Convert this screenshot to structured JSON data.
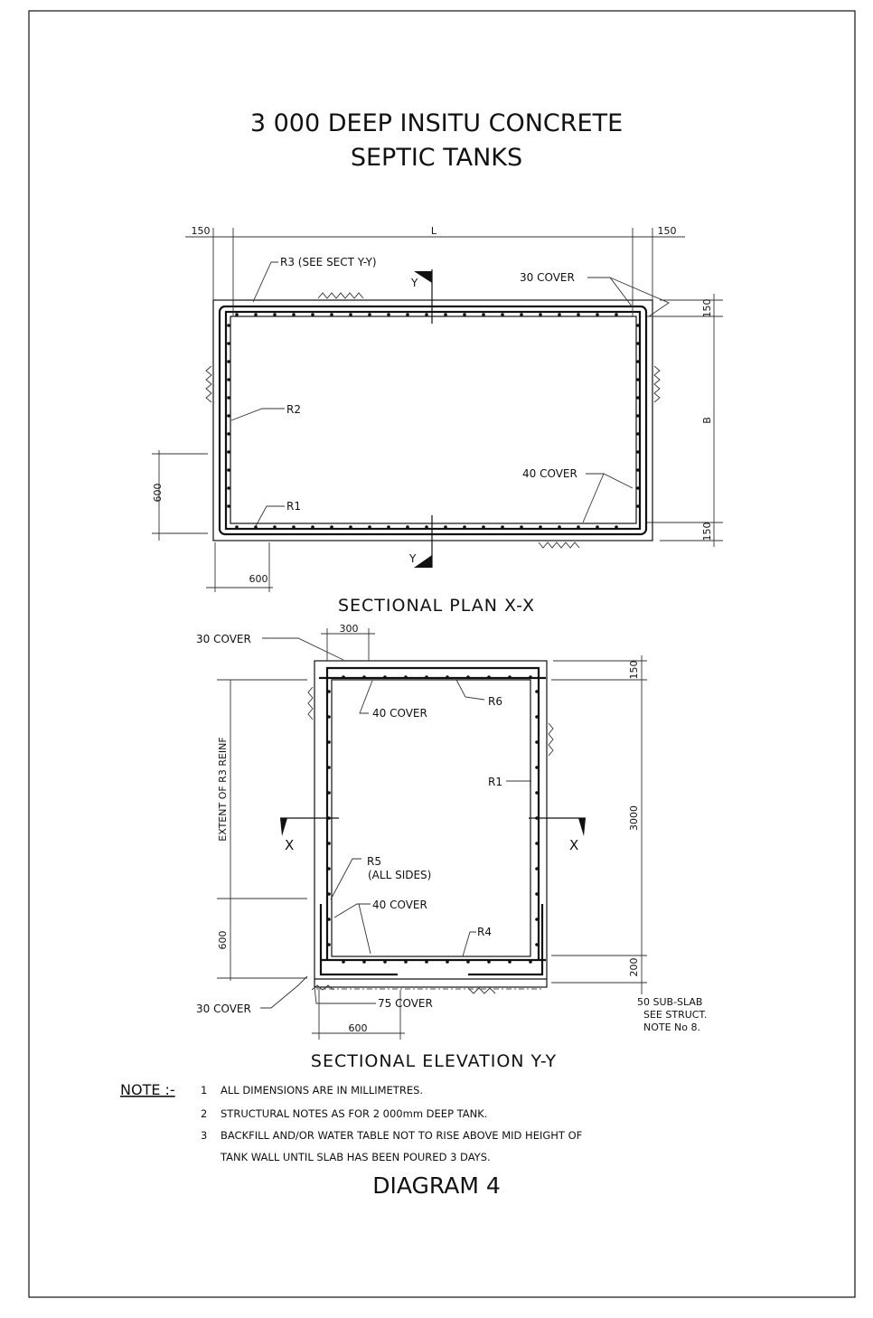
{
  "title": {
    "line1": "3 000 DEEP INSITU CONCRETE",
    "line2": "SEPTIC TANKS"
  },
  "plan": {
    "heading": "SECTIONAL PLAN X-X",
    "dims": {
      "left_wall": "150",
      "length": "L",
      "right_wall": "150",
      "top_slab": "150",
      "breadth": "B",
      "bottom_slab": "150",
      "lap_vertical": "600",
      "lap_horizontal": "600"
    },
    "labels": {
      "r3": "R3 (SEE SECT Y-Y)",
      "cover30": "30 COVER",
      "r2": "R2",
      "cover40": "40 COVER",
      "r1": "R1"
    },
    "section_marks": {
      "top": "Y",
      "bottom": "Y"
    }
  },
  "elevation": {
    "heading": "SECTIONAL ELEVATION Y-Y",
    "dims": {
      "lap_top": "300",
      "top_slab": "150",
      "depth": "3000",
      "base": "200",
      "lap_vertical": "600",
      "lap_horizontal": "600"
    },
    "labels": {
      "cover30_top": "30 COVER",
      "r6": "R6",
      "cover40_top": "40 COVER",
      "r1": "R1",
      "extent": "EXTENT OF R3 REINF",
      "r5": "R5",
      "r5_note": "(ALL SIDES)",
      "cover40_bottom": "40 COVER",
      "r4": "R4",
      "cover30_bottom": "30 COVER",
      "cover75": "75 COVER",
      "subslab1": "50 SUB-SLAB",
      "subslab2": "SEE STRUCT.",
      "subslab3": "NOTE No 8."
    },
    "section_marks": {
      "left": "X",
      "right": "X"
    }
  },
  "notes": {
    "heading": "NOTE :-",
    "items": [
      {
        "num": "1",
        "text": "ALL DIMENSIONS ARE IN MILLIMETRES."
      },
      {
        "num": "2",
        "text": "STRUCTURAL NOTES AS FOR 2 000mm DEEP TANK."
      },
      {
        "num": "3",
        "text": "BACKFILL AND/OR WATER TABLE NOT TO RISE ABOVE MID HEIGHT OF",
        "text2": "TANK WALL UNTIL SLAB HAS BEEN POURED 3 DAYS."
      }
    ]
  },
  "footer": {
    "diagram": "DIAGRAM 4"
  }
}
